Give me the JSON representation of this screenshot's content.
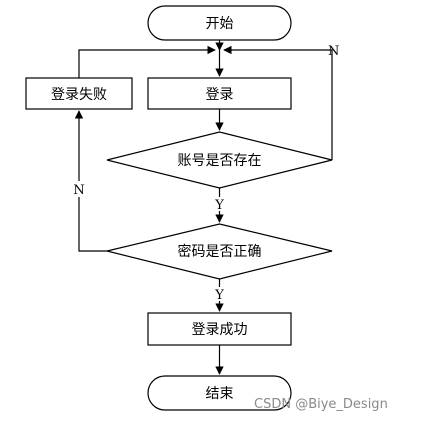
{
  "flowchart": {
    "start_label": "开始",
    "login_label": "登录",
    "login_fail_label": "登录失败",
    "account_check_label": "账号是否存在",
    "password_check_label": "密码是否正确",
    "login_success_label": "登录成功",
    "end_label": "结束",
    "yes_label": "Y",
    "no_label": "N"
  },
  "watermark": "CSDN @Biye_Design"
}
